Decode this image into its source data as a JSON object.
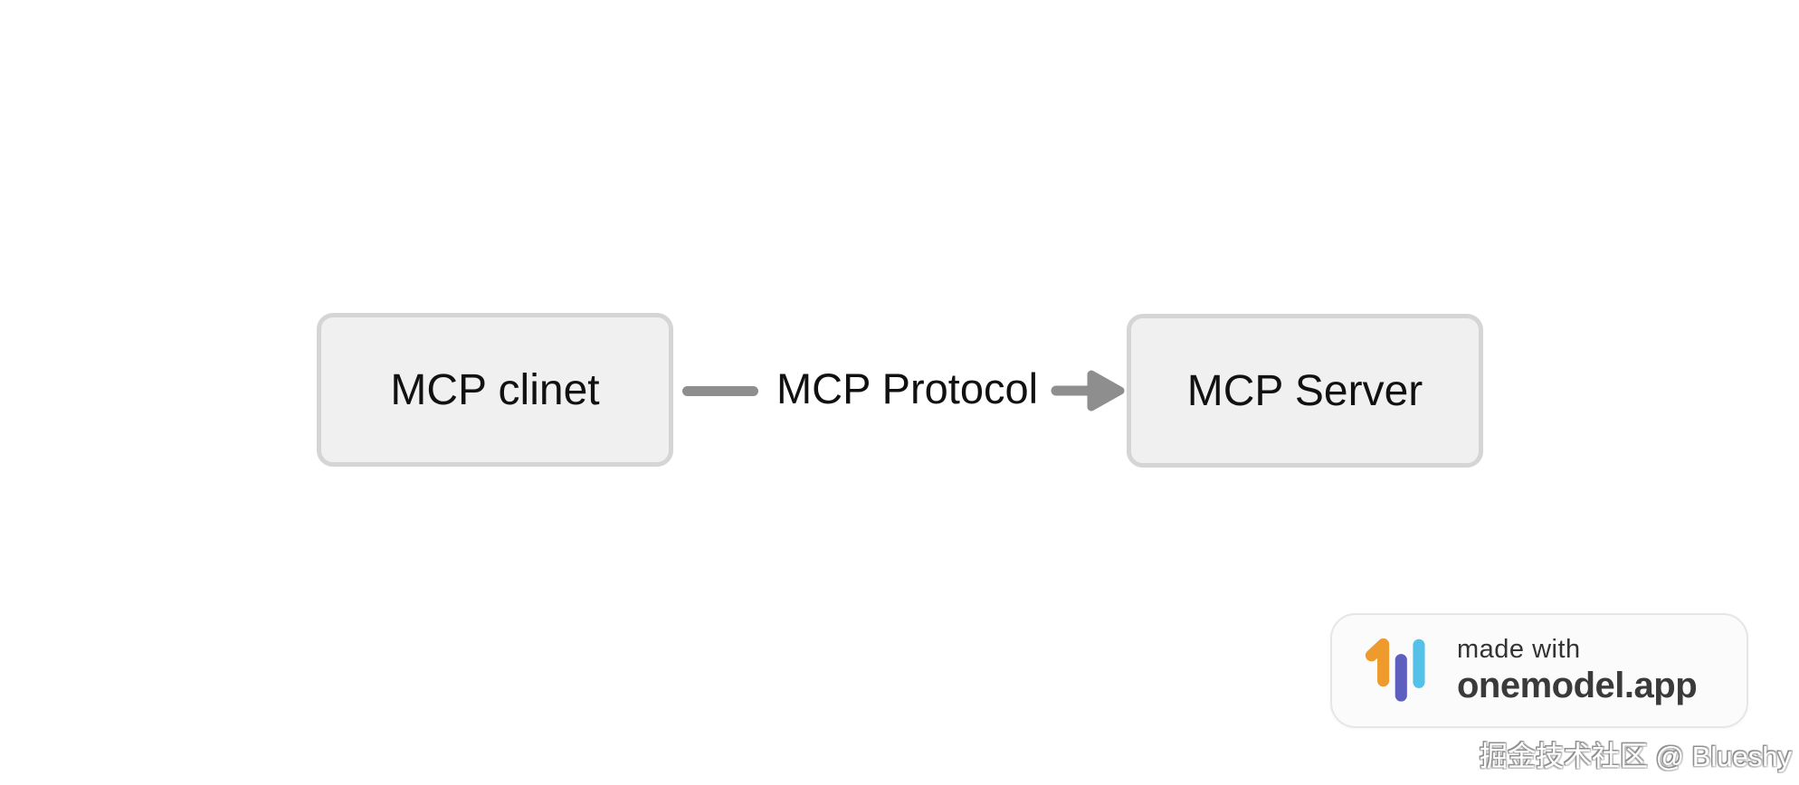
{
  "diagram": {
    "nodes": [
      {
        "id": "client",
        "label": "MCP clinet"
      },
      {
        "id": "server",
        "label": "MCP Server"
      }
    ],
    "edge": {
      "label": "MCP Protocol"
    }
  },
  "badge": {
    "line1": "made with",
    "line2": "onemodel.app",
    "logo_colors": {
      "orange": "#EF9A2D",
      "purple": "#5E5EC0",
      "blue": "#53C1E8"
    }
  },
  "watermark": "掘金技术社区 @ Blueshy",
  "colors": {
    "background": "#FFFFFF",
    "node_fill": "#F0F0F0",
    "node_border": "#D5D5D5",
    "connector": "#8E8E8E",
    "text": "#111111",
    "badge_bg": "#FBFBFB",
    "badge_border": "#E6E6E6",
    "badge_text": "#3A3A3A"
  }
}
